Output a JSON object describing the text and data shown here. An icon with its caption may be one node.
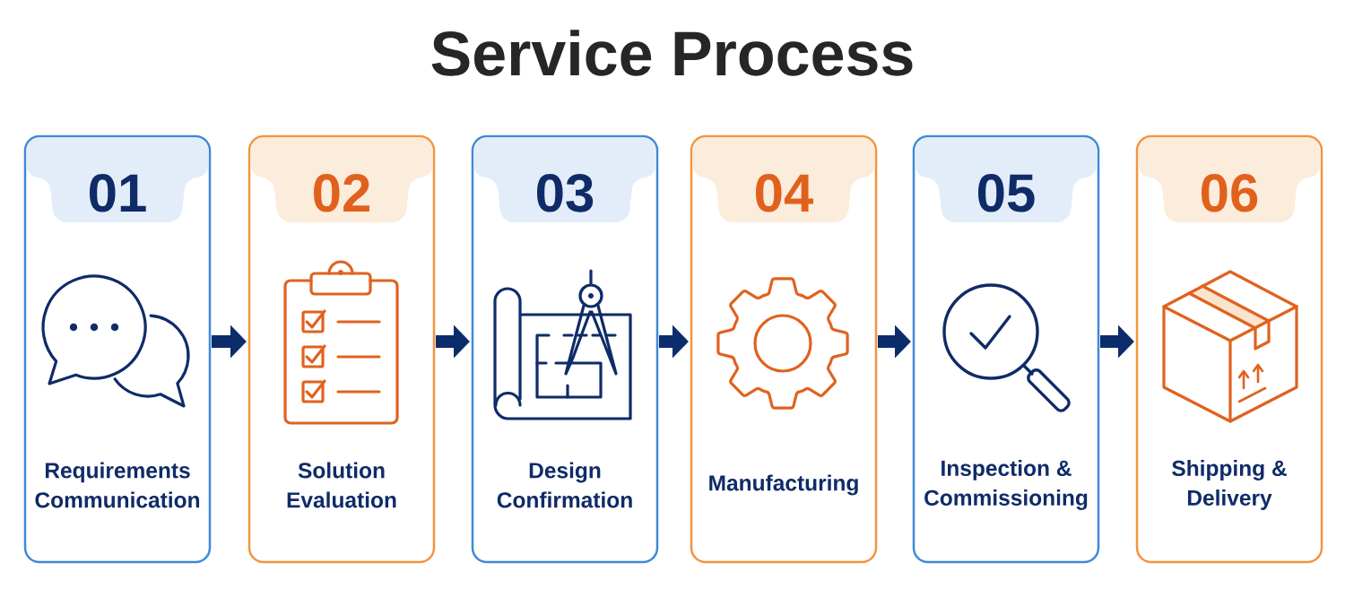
{
  "diagram": {
    "title": "Service Process",
    "nodes": [
      {
        "text": [
          "01",
          "Requirements Communication"
        ]
      },
      {
        "text": [
          "02",
          "Solution Evaluation"
        ]
      },
      {
        "text": [
          "03",
          "Design Confirmation"
        ]
      },
      {
        "text": [
          "04",
          "Manufacturing"
        ]
      },
      {
        "text": [
          "05",
          "Inspection & Commissioning"
        ]
      },
      {
        "text": [
          "06",
          "Shipping & Delivery"
        ]
      }
    ],
    "edges": [
      {
        "from": 0,
        "to": 1,
        "arrow": "to"
      },
      {
        "from": 1,
        "to": 2,
        "arrow": "to"
      },
      {
        "from": 2,
        "to": 3,
        "arrow": "to"
      },
      {
        "from": 3,
        "to": 4,
        "arrow": "to"
      },
      {
        "from": 4,
        "to": 5,
        "arrow": "to"
      }
    ]
  }
}
